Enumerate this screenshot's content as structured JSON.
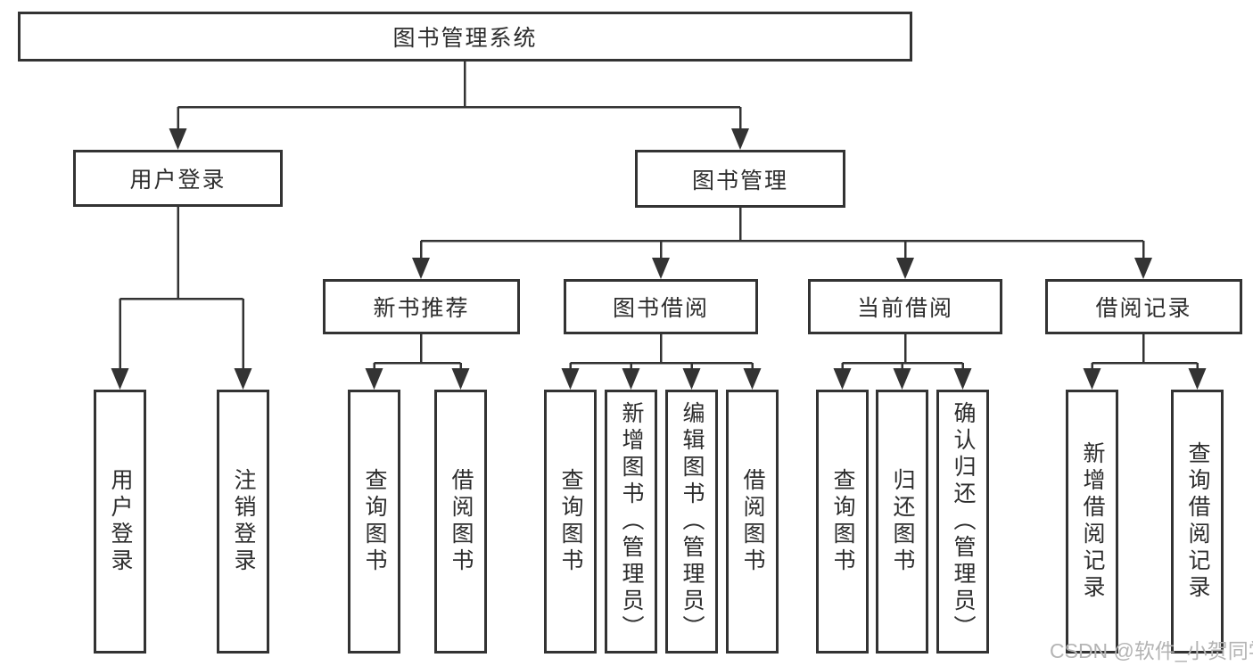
{
  "diagram": {
    "root": "图书管理系统",
    "user_login": {
      "label": "用户登录",
      "children": [
        "用户登录",
        "注销登录"
      ]
    },
    "book_mgmt": {
      "label": "图书管理",
      "new_books": {
        "label": "新书推荐",
        "children": [
          "查询图书",
          "借阅图书"
        ]
      },
      "book_borrow": {
        "label": "图书借阅",
        "children": [
          "查询图书",
          "新增图书（管理员）",
          "编辑图书（管理员）",
          "借阅图书"
        ]
      },
      "current_borrow": {
        "label": "当前借阅",
        "children": [
          "查询图书",
          "归还图书",
          "确认归还（管理员）"
        ]
      },
      "borrow_records": {
        "label": "借阅记录",
        "children": [
          "新增借阅记录",
          "查询借阅记录"
        ]
      }
    },
    "colors": {
      "line": "#333333",
      "box_border": "#333333",
      "text": "#2d2d2d",
      "background": "#ffffff",
      "watermark_text": "#b4b4b4"
    }
  },
  "watermark": "CSDN @软件_小贺同学"
}
